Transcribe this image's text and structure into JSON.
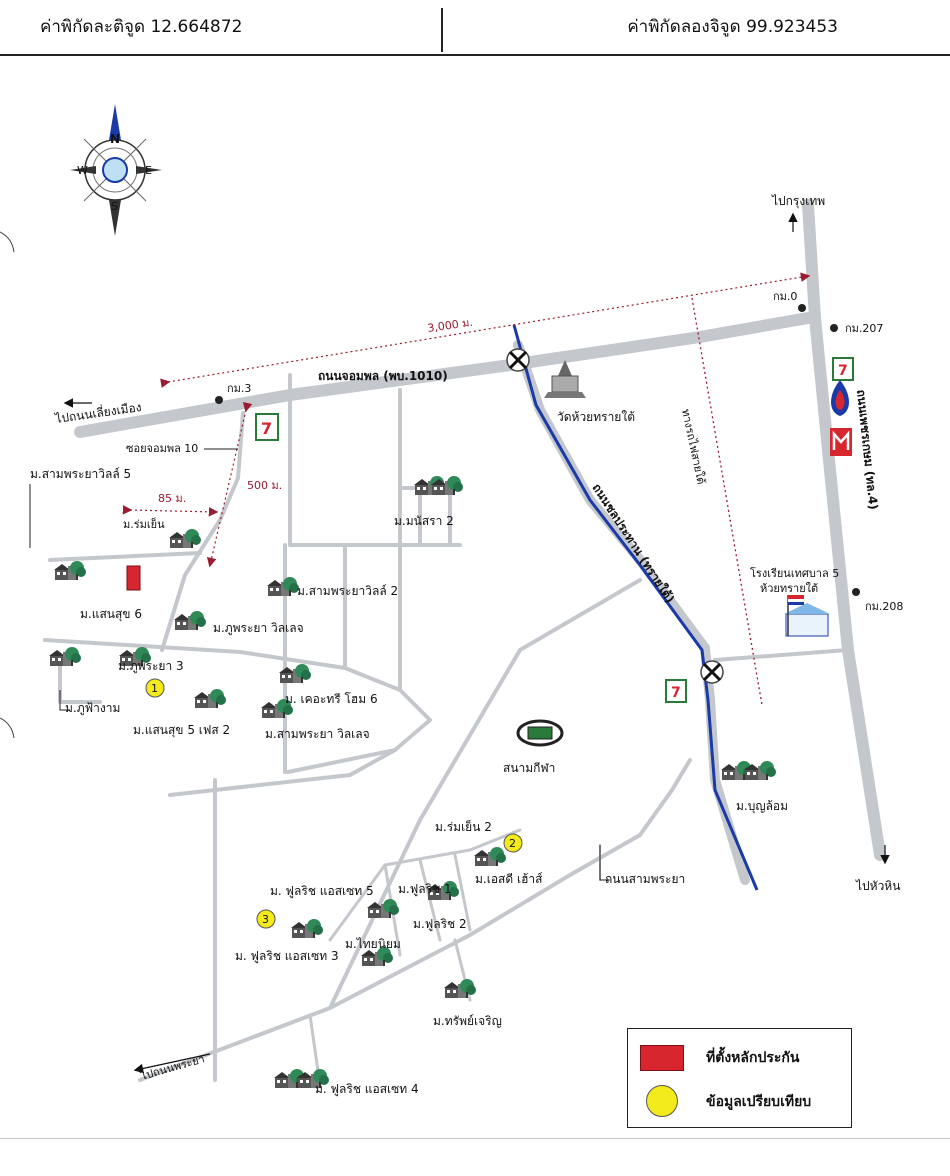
{
  "header": {
    "latitude": "ค่าพิกัดละติจูด 12.664872",
    "longitude": "ค่าพิกัดลองจิจูด 99.923453"
  },
  "compass": {
    "n": "N",
    "s": "S",
    "e": "E",
    "w": "W"
  },
  "colors": {
    "road": "#c4c7cc",
    "canal": "#1a3aa8",
    "distance": "#9b1b30",
    "collateral": "#d8262e",
    "comparable": "#f2ea1a"
  },
  "directions": {
    "to_bangkok": "ไปกรุงเทพ",
    "to_huahin": "ไปหัวหิน",
    "to_liangmueang": "ไปถนนเลี่ยงเมือง",
    "to_samphraya": "ไปถนนพระยา"
  },
  "roads": {
    "chomphon": "ถนนจอมพล (พบ.1010)",
    "phetkasem": "ถนนเพชรเกษม (ทล.4)",
    "chonprathan": "ถนนชลประทาน (ทรายใต้)",
    "samphraya": "ถนนสามพระยา",
    "railway": "ทางรถไฟสายใต้",
    "soi_chomphon_10": "ซอยจอมพล 10"
  },
  "km_markers": {
    "km0": "กม.0",
    "km3": "กม.3",
    "km207": "กม.207",
    "km208": "กม.208"
  },
  "distances": {
    "d3000": "3,000 ม.",
    "d500": "500 ม.",
    "d85": "85 ม."
  },
  "places": {
    "wat": "วัดห้วยทรายใต้",
    "stadium": "สนามกีฬา",
    "school": "โรงเรียนเทศบาล 5",
    "school2": "ห้วยทรายใต้"
  },
  "villages": {
    "samphraya_villa5": "ม.สามพระยาวิลล์ 5",
    "romyen": "ม.ร่มเย็น",
    "saensuk6": "ม.แสนสุข 6",
    "phuphraya_village": "ม.ภูพระยา วิลเลจ",
    "phuphraya3": "ม.ภูพระยา 3",
    "phufangam": "ม.ภูฟ้างาม",
    "saensuk5_phase2": "ม.แสนสุข 5 เฟส 2",
    "samphraya_villa2": "ม.สามพระยาวิลล์ 2",
    "manatsara2": "ม.มนัสรา 2",
    "countryhome6": "ม. เคอะทรี โฮม 6",
    "samphraya_village": "ม.สามพระยา วิลเลจ",
    "boonlom": "ม.บุญล้อม",
    "romyen2": "ม.ร่มเย็น 2",
    "sd_house": "ม.เอสดี เฮ้าส์",
    "fullrich_asset5": "ม. ฟูลริช แอสเซท 5",
    "fullrich1": "ม.ฟูลริช 1",
    "fullrich2": "ม.ฟูลริช 2",
    "thainiyom": "ม.ไทยนิยม",
    "fullrich_asset3": "ม. ฟูลริช แอสเซท 3",
    "sapcharoen": "ม.ทรัพย์เจริญ",
    "fullrich_asset4": "ม. ฟูลริช แอสเซท 4"
  },
  "markers": {
    "m1": "1",
    "m2": "2",
    "m3": "3"
  },
  "legend": {
    "collateral": "ที่ตั้งหลักประกัน",
    "comparable": "ข้อมูลเปรียบเทียบ"
  }
}
